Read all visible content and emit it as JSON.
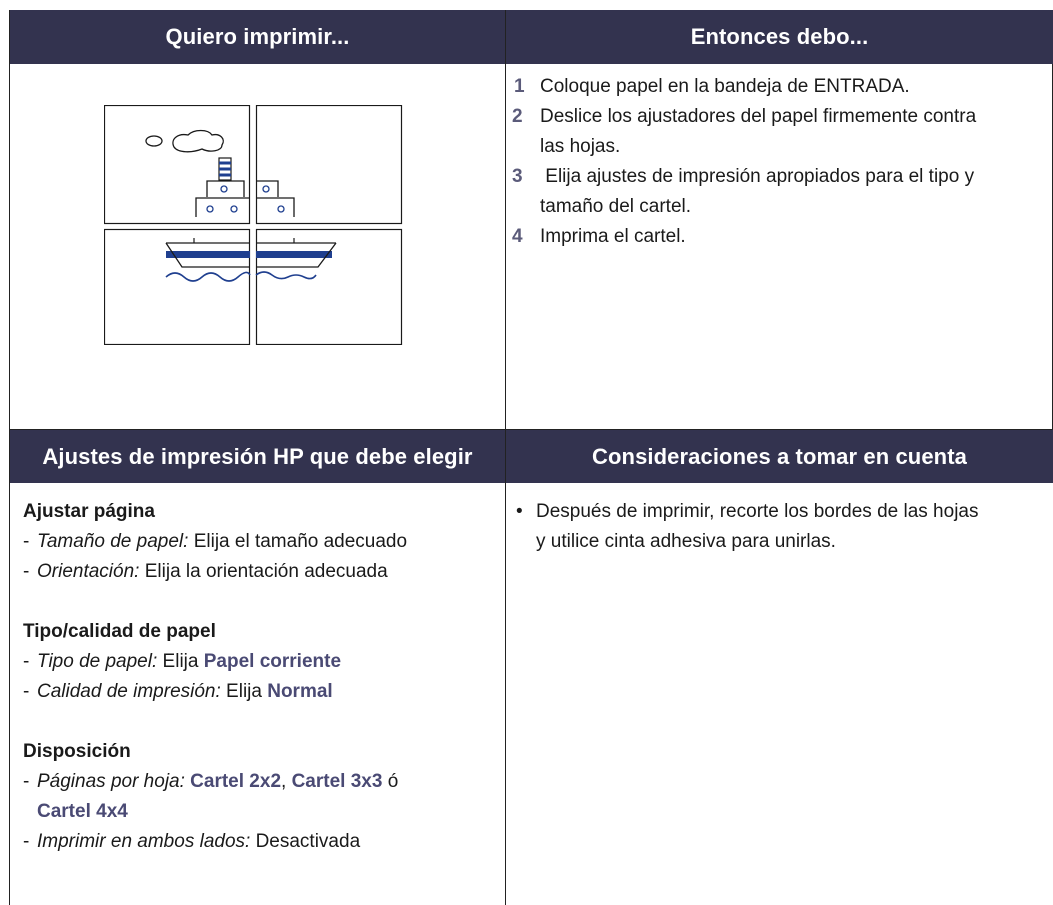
{
  "headers": {
    "top_left": "Quiero imprimir...",
    "top_right": "Entonces debo...",
    "bottom_left": "Ajustes de impresión HP que debe elegir",
    "bottom_right": "Consideraciones a tomar en cuenta"
  },
  "illustration": {
    "icon": "poster-ship-illustration",
    "accent": "#1f3f8f"
  },
  "steps": [
    {
      "number": "1",
      "line1": "Coloque papel en la bandeja de ENTRADA.",
      "line2": ""
    },
    {
      "number": "2",
      "line1": "Deslice los ajustadores del papel firmemente contra",
      "line2": "las hojas."
    },
    {
      "number": "3",
      "line1": " Elija ajustes de impresión apropiados para el tipo y",
      "line2": "tamaño del cartel."
    },
    {
      "number": "4",
      "line1": "Imprima el cartel.",
      "line2": ""
    }
  ],
  "settings": {
    "page_setup": {
      "title": "Ajustar página",
      "paper_size_label": "Tamaño de papel:",
      "paper_size_value": " Elija el tamaño adecuado",
      "orientation_label": "Orientación:",
      "orientation_value": " Elija la orientación adecuada"
    },
    "paper_type": {
      "title": "Tipo/calidad de papel",
      "type_label": "Tipo de papel:",
      "type_prefix": " Elija ",
      "type_value": "Papel corriente",
      "quality_label": "Calidad de impresión:",
      "quality_prefix": " Elija ",
      "quality_value": "Normal"
    },
    "layout": {
      "title": "Disposición",
      "pages_label": "Páginas por hoja:",
      "opt1": "Cartel 2x2",
      "sep": ", ",
      "opt2": "Cartel 3x3",
      "or": " ó",
      "opt3": "Cartel 4x4",
      "duplex_label": "Imprimir en ambos lados:",
      "duplex_value": " Desactivada"
    }
  },
  "considerations": [
    {
      "line1": "Después de imprimir, recorte los bordes de las hojas",
      "line2": "y utilice cinta adhesiva para unirlas."
    }
  ],
  "colors": {
    "header_bg": "#33334f",
    "accent_text": "#4a4a74"
  }
}
